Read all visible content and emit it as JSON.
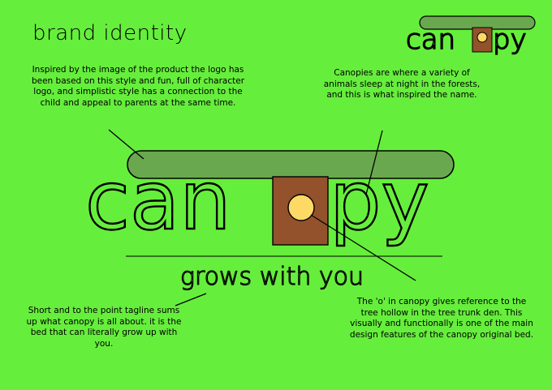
{
  "title": "brand identity",
  "logo": {
    "wordmark_left": "can",
    "wordmark_right": "py",
    "tagline": "grows with you",
    "colors": {
      "background": "#66ee3c",
      "canopy": "#6aa84f",
      "trunk": "#93522b",
      "hollow": "#ffd966"
    }
  },
  "notes": {
    "inspiration": "Inspired by the image of the product the logo has been based on this style and fun, full of character logo, and simplistic style has a connection to the child and appeal to parents at the same time.",
    "canopies": "Canopies are where a variety of animals sleep at night in the forests, and this is what inspired the name.",
    "tagline": "Short and to the point tagline sums up what canopy is all about. it is the bed that can literally grow up with you.",
    "letter_o": "The 'o' in canopy gives reference to the tree hollow in the tree trunk den. This visually and functionally is one of the main design features of the canopy original bed."
  }
}
